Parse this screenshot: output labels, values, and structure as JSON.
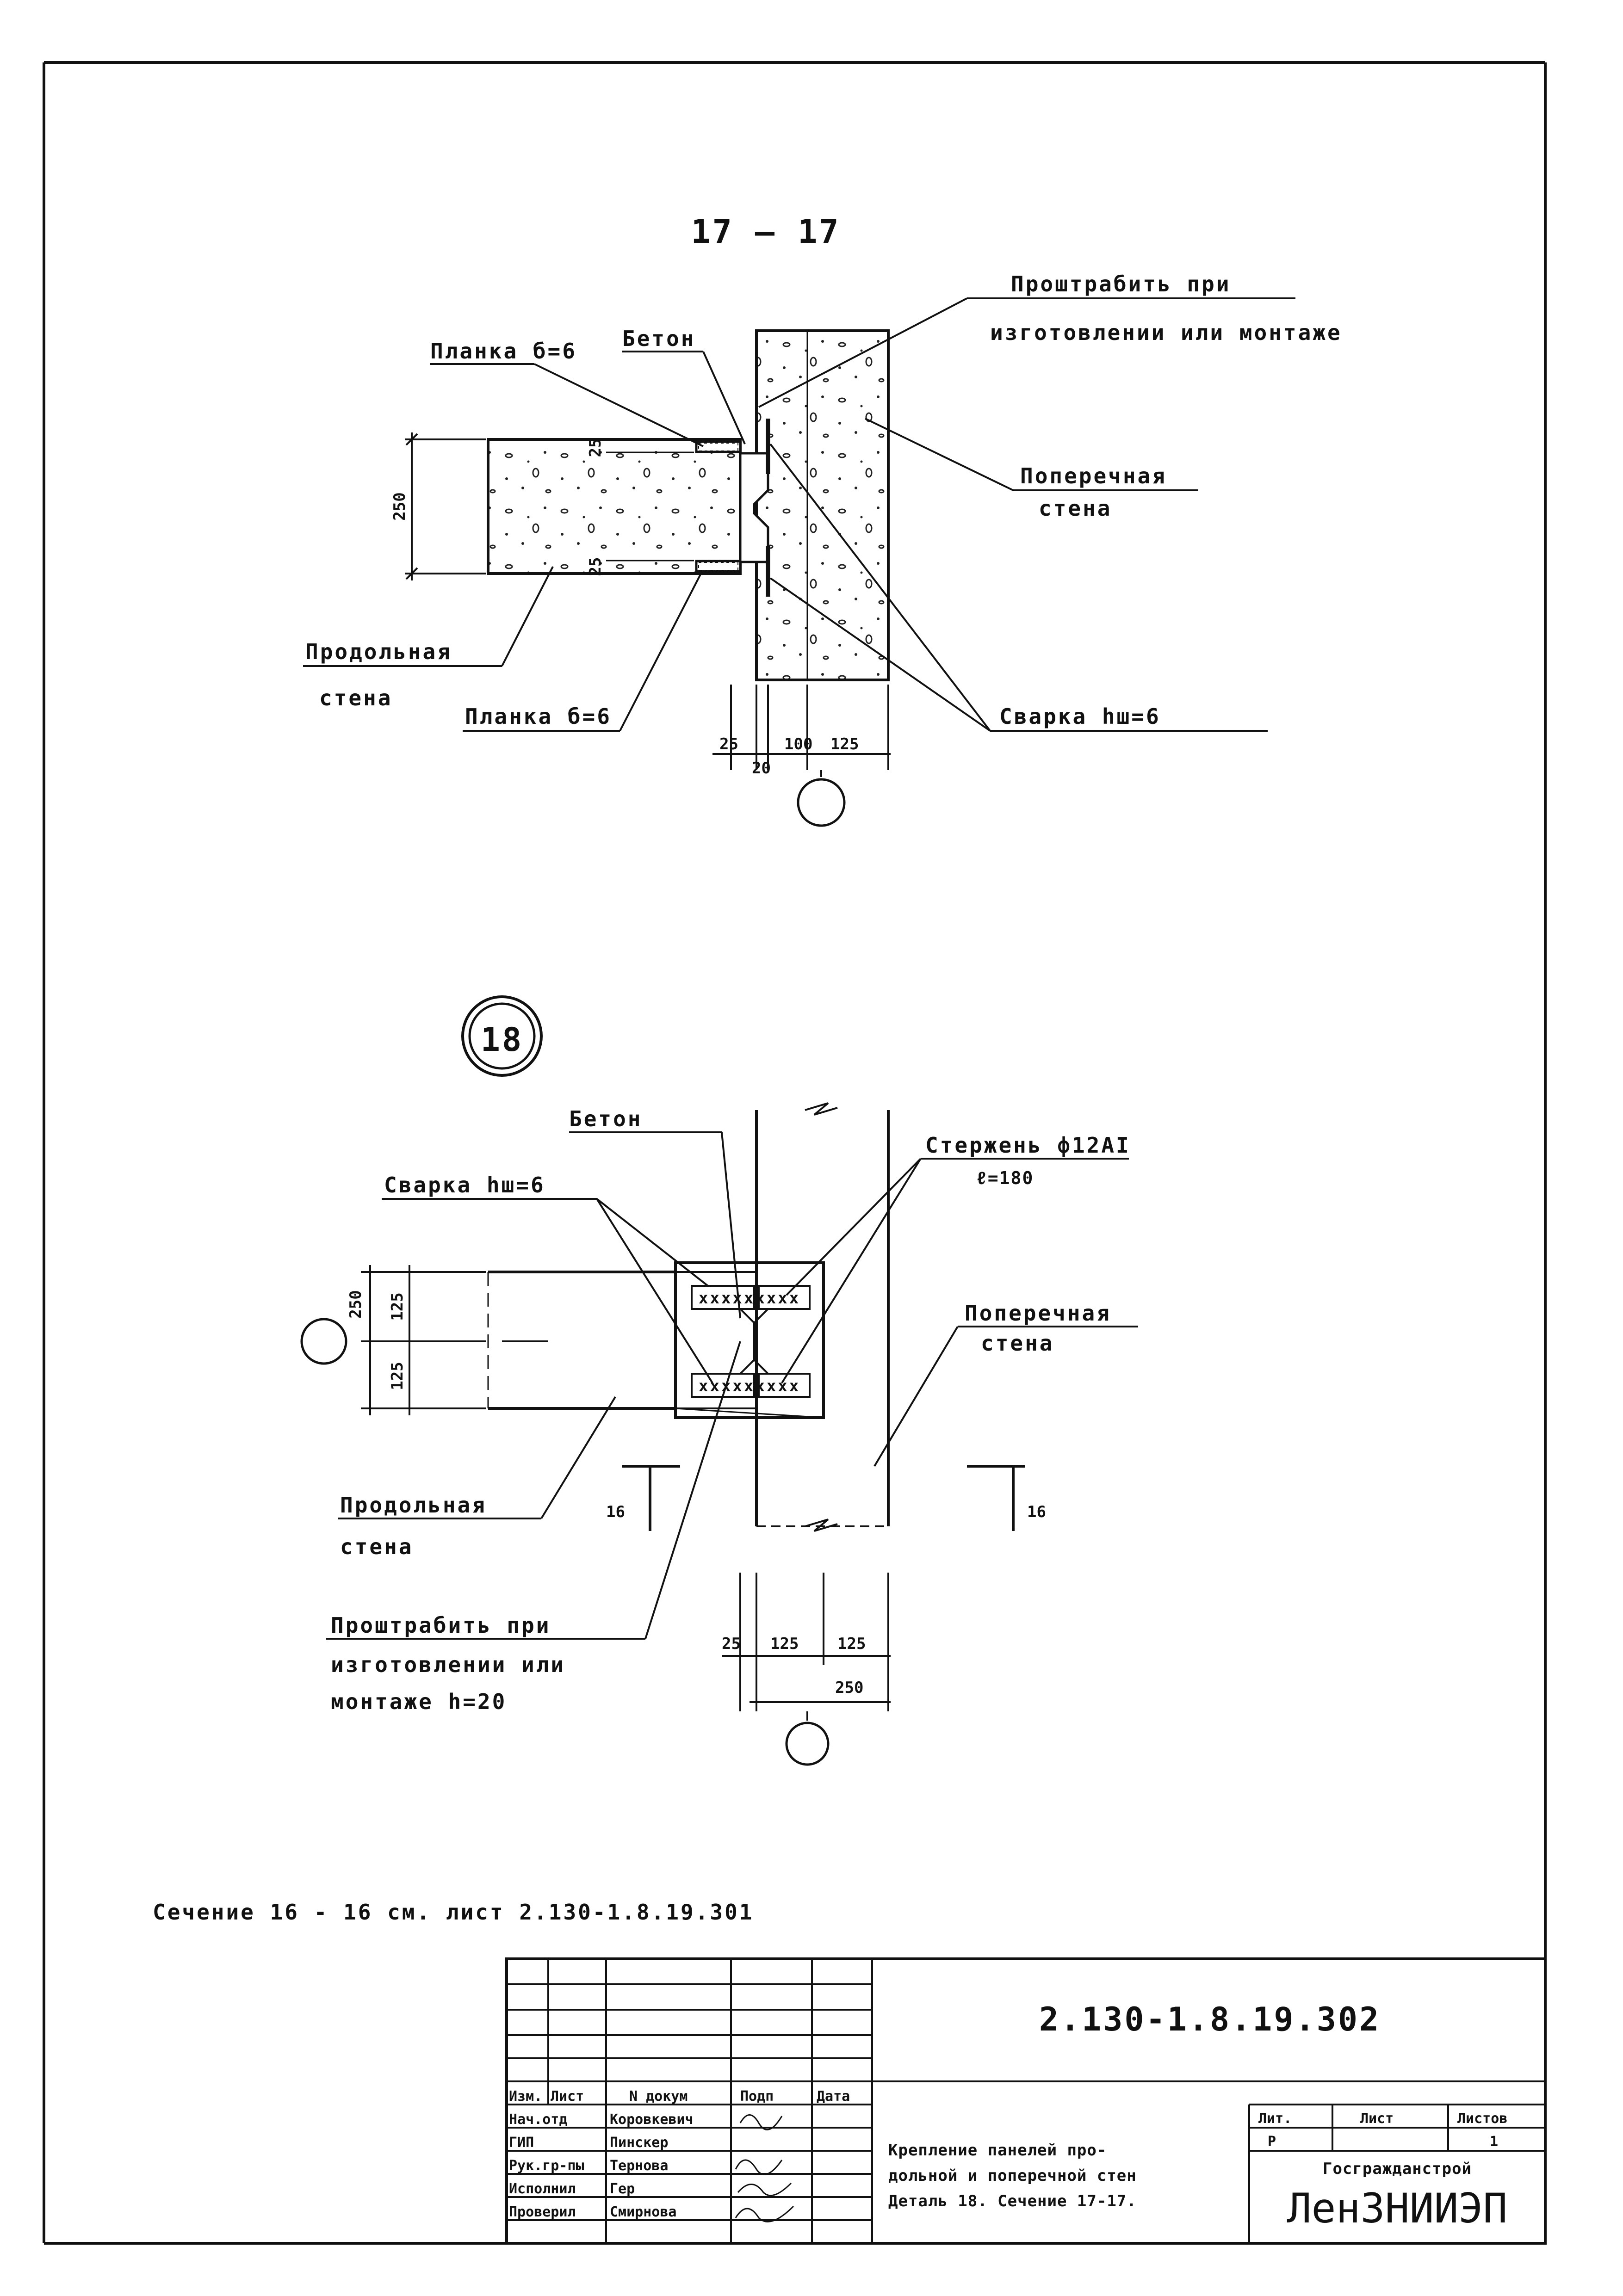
{
  "section_17": {
    "title": "17 — 17",
    "label_grooving_1": "Проштрабить при",
    "label_grooving_2": "изготовлении или монтаже",
    "label_concrete": "Бетон",
    "label_plate_top": "Планка б=6",
    "label_plate_bottom": "Планка б=6",
    "label_cross_wall_1": "Поперечная",
    "label_cross_wall_2": "стена",
    "label_long_wall_1": "Продольная",
    "label_long_wall_2": "стена",
    "label_weld": "Сварка hш=6",
    "dim_250": "250",
    "dim_25_top": "25",
    "dim_25_bottom": "25",
    "dim_bottom_25": "25",
    "dim_bottom_20": "20",
    "dim_bottom_100": "100",
    "dim_bottom_125": "125"
  },
  "detail_18": {
    "number": "18",
    "label_concrete": "Бетон",
    "label_weld": "Сварка hш=6",
    "label_rod_1": "Стержень ф12АI",
    "label_rod_2": "ℓ=180",
    "label_cross_wall_1": "Поперечная",
    "label_cross_wall_2": "стена",
    "label_long_wall_1": "Продольная",
    "label_long_wall_2": "стена",
    "label_grooving_1": "Проштрабить при",
    "label_grooving_2": "изготовлении или",
    "label_grooving_3": "монтаже h=20",
    "section_mark_left": "16",
    "section_mark_right": "16",
    "dim_250_left": "250",
    "dim_125_upper": "125",
    "dim_125_lower": "125",
    "dim_bottom_25": "25",
    "dim_bottom_125a": "125",
    "dim_bottom_125b": "125",
    "dim_bottom_250": "250"
  },
  "note": "Сечение  16 - 16 см. лист 2.130-1.8.19.301",
  "title_block": {
    "doc_code": "2.130-1.8.19.302",
    "col_izm": "Изм.",
    "col_list": "Лист",
    "col_ndoc": "N докум",
    "col_podp": "Подп",
    "col_data": "Дата",
    "roles": [
      "Нач.отд",
      "ГИП",
      "Рук.гр-пы",
      "Исполнил",
      "Проверил"
    ],
    "names": [
      "Коровкевич",
      "Пинскер",
      "Тернова",
      "Гер",
      "Смирнова"
    ],
    "title_1": "Крепление панелей про-",
    "title_2": "дольной и поперечной стен",
    "title_3": "Деталь 18. Сечение 17-17.",
    "lit_label": "Лит.",
    "sheet_label": "Лист",
    "sheets_label": "Листов",
    "lit_value": "Р",
    "sheets_value": "1",
    "org_1": "Госгражданстрой",
    "org_2": "ЛенЗНИИЭП"
  }
}
